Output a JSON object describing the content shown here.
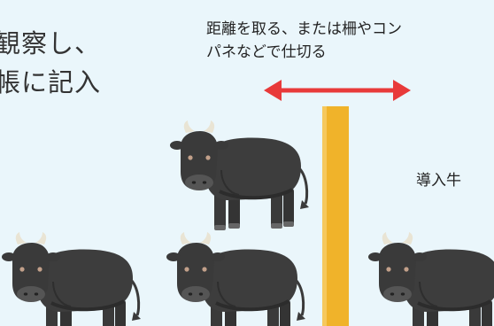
{
  "observe_text": {
    "line1": "観察し、",
    "line2": "帳に記入"
  },
  "separation_text": {
    "line1": "距離を取る、または柵やコン",
    "line2": "パネなどで仕切る"
  },
  "new_cattle_label": "導入牛",
  "colors": {
    "background": "#eaf6fb",
    "arrow": "#e83a3a",
    "fence": "#f0b32a",
    "cattle": "#3a3a3a"
  },
  "icons": [
    "double-arrow-icon",
    "fence-post",
    "cattle-icon"
  ]
}
